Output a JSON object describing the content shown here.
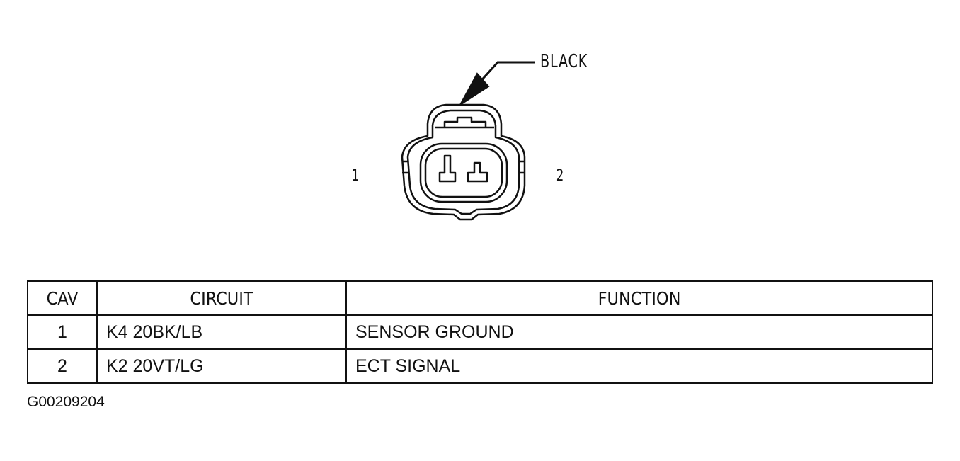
{
  "connector": {
    "color_callout": "BLACK",
    "pin_labels": [
      "1",
      "2"
    ]
  },
  "table": {
    "headers": [
      "CAV",
      "CIRCUIT",
      "FUNCTION"
    ],
    "rows": [
      {
        "cav": "1",
        "circuit": "K4 20BK/LB",
        "function": "SENSOR GROUND"
      },
      {
        "cav": "2",
        "circuit": "K2 20VT/LG",
        "function": "ECT SIGNAL"
      }
    ]
  },
  "figure_id": "G00209204"
}
